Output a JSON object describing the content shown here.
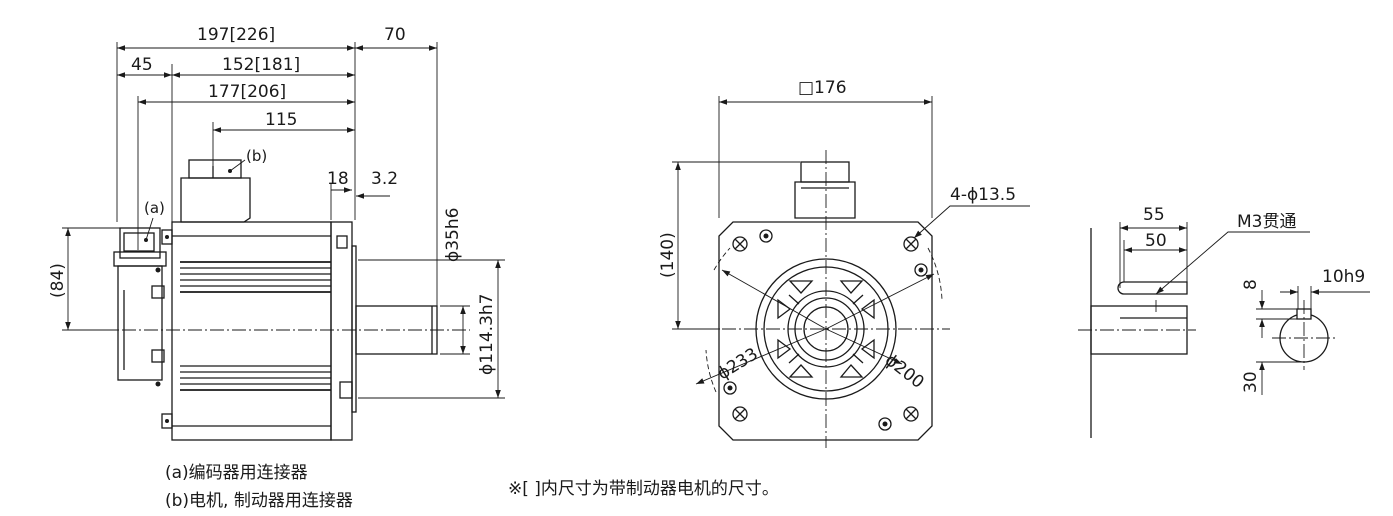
{
  "side_view": {
    "dims": {
      "total_length": "197[226]",
      "shaft_length": "70",
      "encoder_length": "45",
      "body_length": "152[181]",
      "length_to_connector": "177[206]",
      "connector_position": "115",
      "flange_thickness": "18",
      "spigot_depth": "3.2",
      "shaft_diameter": "ϕ35h6",
      "spigot_diameter": "ϕ114.3h7",
      "encoder_height": "(84)"
    },
    "callouts": {
      "a": "(a)",
      "b": "(b)"
    }
  },
  "front_view": {
    "dims": {
      "flange_square": "□176",
      "connector_height": "(140)",
      "mount_holes": "4-ϕ13.5",
      "pcd": "ϕ200",
      "outer_diameter": "ϕ233"
    }
  },
  "shaft_detail": {
    "dims": {
      "key_length_outer": "55",
      "key_length_inner": "50",
      "tapped_hole": "M3贯通",
      "key_depth": "8",
      "key_width": "10h9",
      "shaft_height": "30"
    }
  },
  "legend": {
    "a": "(a)编码器用连接器",
    "b": "(b)电机, 制动器用连接器"
  },
  "footnote": "※[ ]内尺寸为带制动器电机的尺寸。"
}
